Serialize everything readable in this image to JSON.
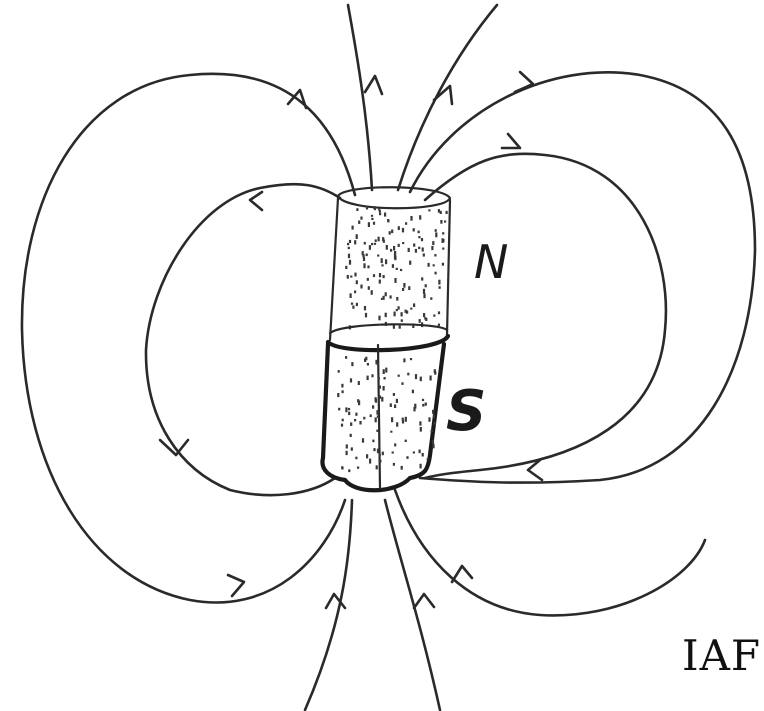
{
  "labels": {
    "north_pole": "N",
    "south_pole": "S",
    "corner_text": "IAF"
  },
  "colors": {
    "ink": "#2a2a2a",
    "background": "#ffffff"
  }
}
